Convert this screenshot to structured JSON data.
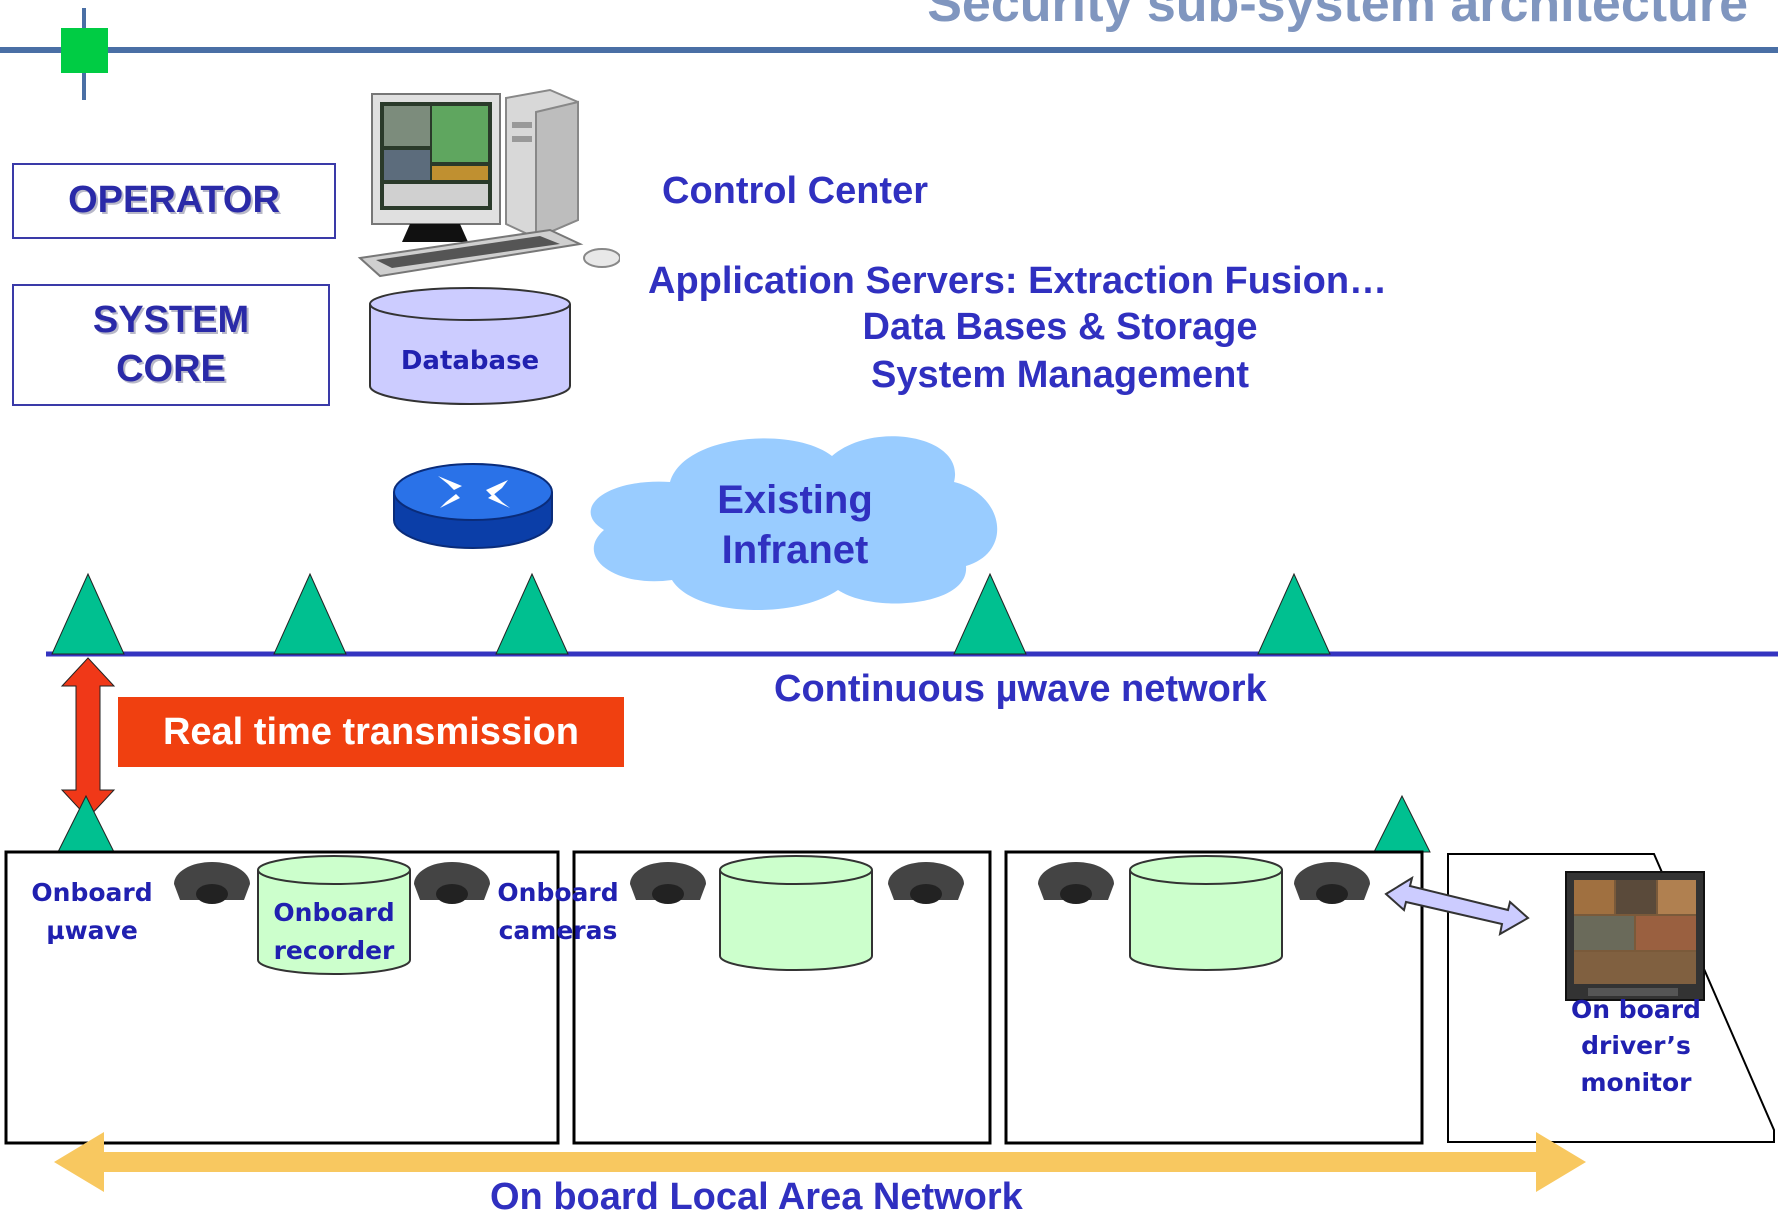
{
  "title": "Security sub-system architecture",
  "labels": {
    "operator": "OPERATOR",
    "system_core": "SYSTEM CORE",
    "database": "Database",
    "control_center": "Control Center",
    "app_servers": "Application Servers: Extraction Fusion…",
    "data_bases": "Data Bases & Storage",
    "system_management": "System Management",
    "existing": "Existing",
    "infranet": "Infranet",
    "continuous_network": "Continuous µwave network",
    "real_time": "Real time transmission",
    "onboard_uwave_1": "Onboard",
    "onboard_uwave_2": "µwave",
    "onboard_recorder_1": "Onboard",
    "onboard_recorder_2": "recorder",
    "onboard_cameras_1": "Onboard",
    "onboard_cameras_2": "cameras",
    "driver_monitor_1": "On board",
    "driver_monitor_2": "driver’s",
    "driver_monitor_3": "monitor",
    "lan": "On board Local Area Network"
  },
  "colors": {
    "title": "#8096bf",
    "header_line": "#4a6fa5",
    "accent_green": "#00cc44",
    "label_blue": "#3030c0",
    "antenna": "#00c090",
    "network_line": "#3434c0",
    "rtt_bg": "#f04010",
    "lan_arrow": "#f8c860",
    "cloud": "#99ccff",
    "database": "#ccccff",
    "recorder": "#ccffcc",
    "router": "#1a5fd8"
  },
  "icons": [
    "computer-icon",
    "router-icon",
    "camera-icon",
    "monitor-icon",
    "antenna-icon",
    "cloud-icon",
    "database-icon"
  ]
}
